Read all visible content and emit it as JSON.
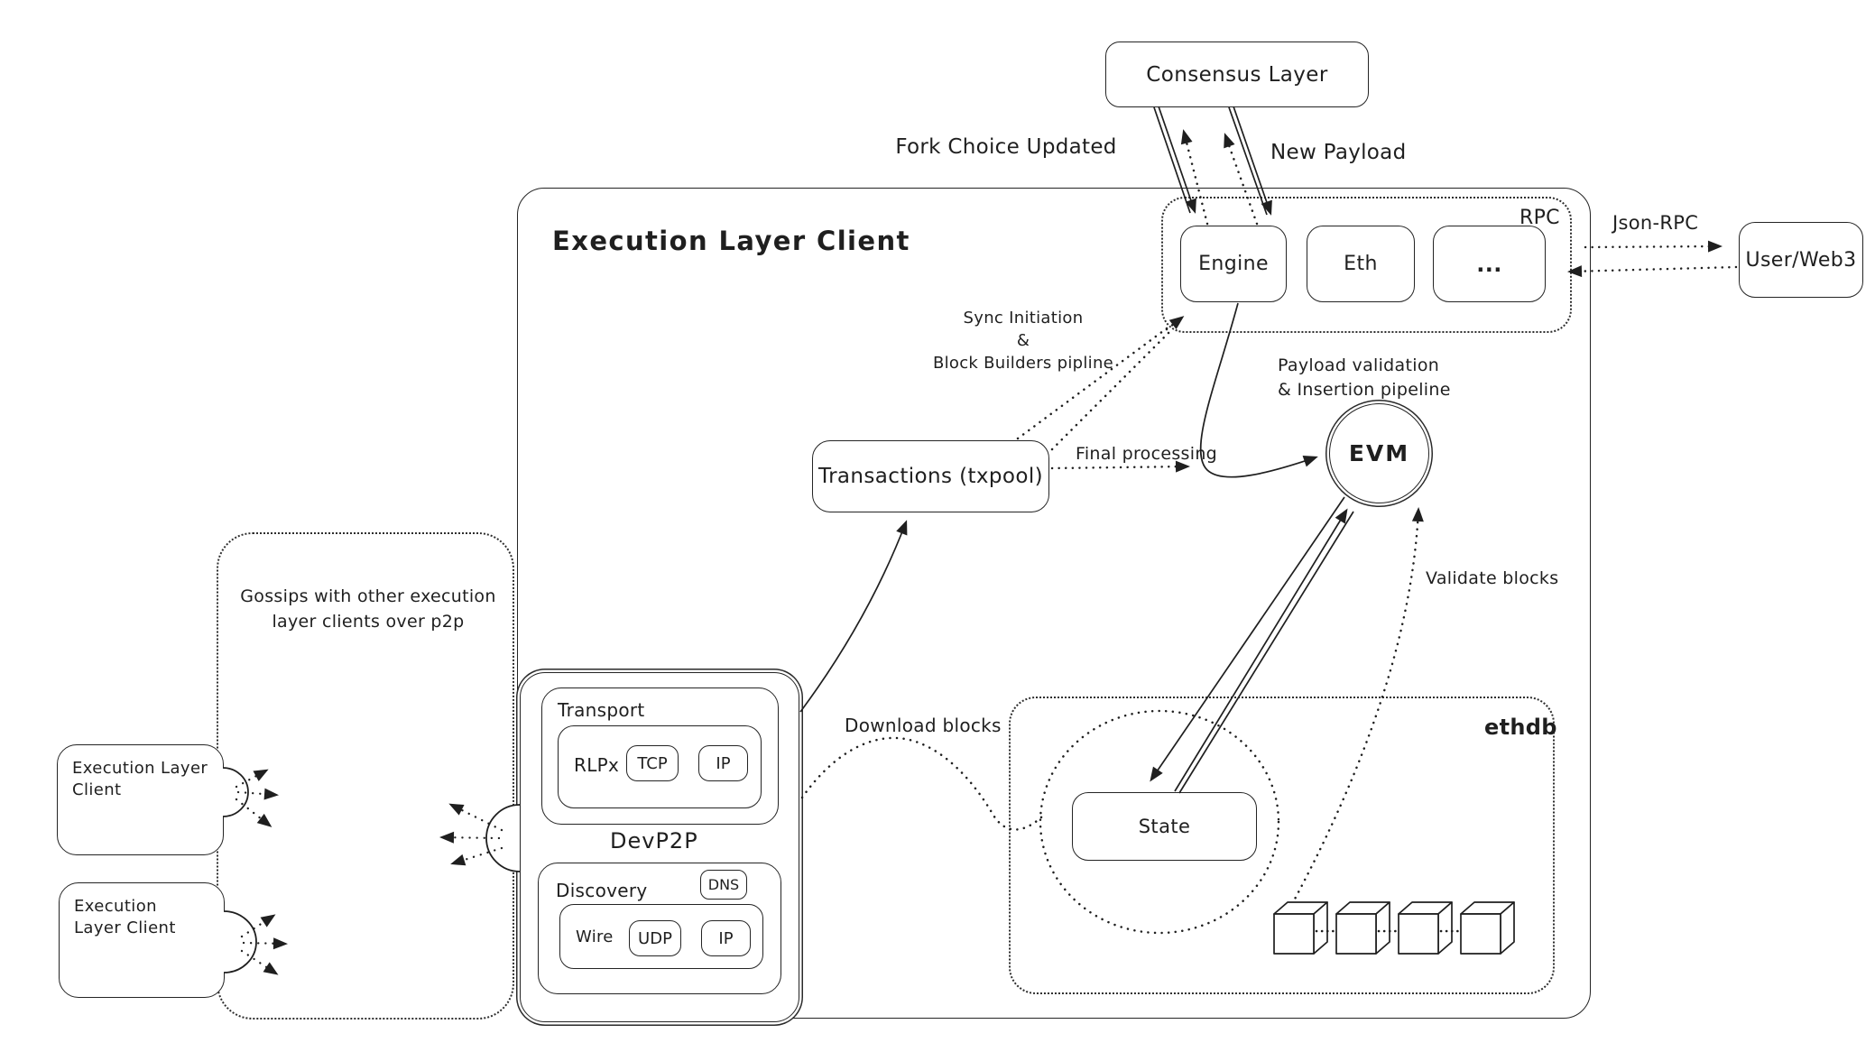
{
  "page": {
    "background": "#ffffff",
    "ink": "#1f1f1f"
  },
  "consensus": {
    "label": "Consensus Layer"
  },
  "client": {
    "title": "Execution Layer Client"
  },
  "flows": {
    "fork_choice": "Fork Choice Updated",
    "new_payload": "New Payload",
    "json_rpc": "Json-RPC",
    "sync_line1": "Sync Initiation",
    "sync_line2": "&",
    "sync_line3": "Block Builders pipline",
    "payload_line1": "Payload validation",
    "payload_line2": "& Insertion pipeline",
    "final_processing": "Final processing",
    "download_blocks": "Download blocks",
    "validate_blocks": "Validate blocks"
  },
  "rpc": {
    "label": "RPC",
    "modules": [
      {
        "label": "Engine"
      },
      {
        "label": "Eth"
      },
      {
        "label": "..."
      }
    ]
  },
  "external": {
    "user": "User/Web3"
  },
  "txpool": {
    "label": "Transactions (txpool)"
  },
  "evm": {
    "label": "EVM"
  },
  "p2p": {
    "gossip_note": "Gossips with other execution layer clients over p2p",
    "peer_label": "Execution Layer Client",
    "devp2p": "DevP2P",
    "transport": "Transport",
    "rlpx": "RLPx",
    "tcp": "TCP",
    "ip_transport": "IP",
    "discovery": "Discovery",
    "dns": "DNS",
    "wire": "Wire",
    "udp": "UDP",
    "ip_discovery": "IP"
  },
  "ethdb": {
    "label": "ethdb",
    "state": "State"
  }
}
